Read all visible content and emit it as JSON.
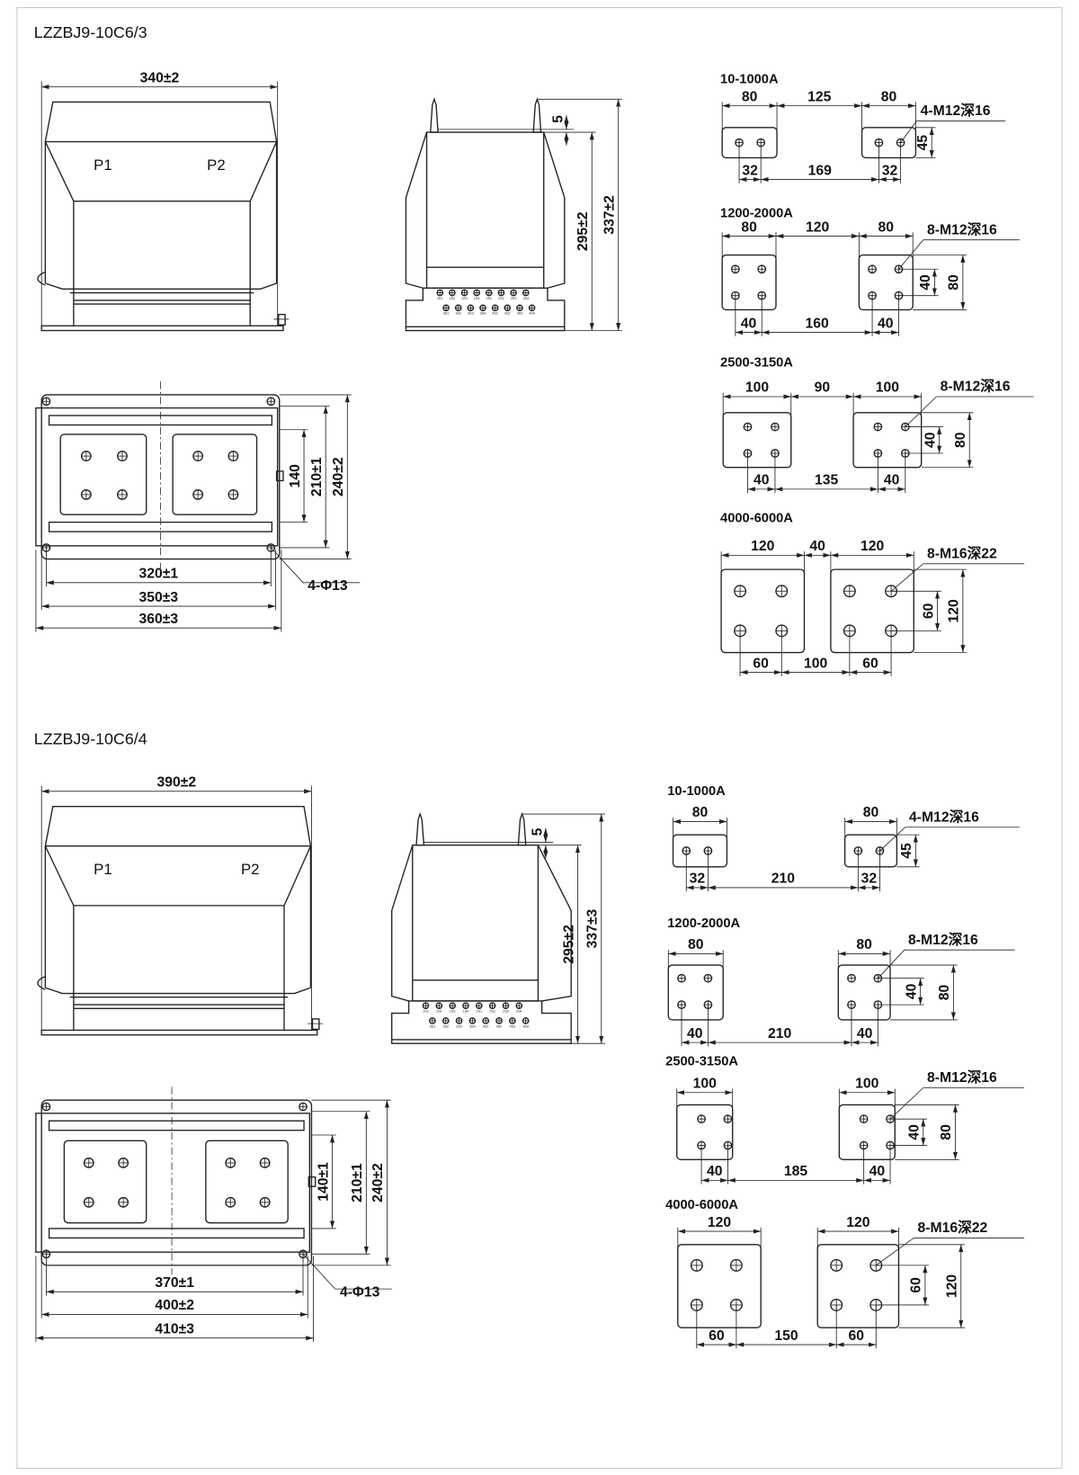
{
  "models": [
    {
      "title": "LZZBJ9-10C6/3",
      "front_view": {
        "width_dim": "340±2",
        "labels": [
          "P1",
          "P2"
        ]
      },
      "side_view": {
        "dims": [
          "5",
          "295±2",
          "337±2"
        ],
        "terminals_top": [
          "1S1",
          "1S2",
          "1S3",
          "1S4",
          "2S1",
          "2S2",
          "2S3",
          "2S4"
        ],
        "terminals_bottom": [
          "3S1",
          "3S2",
          "3S3",
          "3S4",
          "4S1",
          "4S2",
          "4S3",
          "4S4"
        ]
      },
      "top_view": {
        "vertical_dims": [
          "140",
          "210±1",
          "240±2"
        ],
        "horizontal_dims": [
          "320±1",
          "350±3",
          "360±3"
        ],
        "hole_spec": "4-Φ13"
      },
      "busbars": [
        {
          "rating": "10-1000A",
          "top_dims": [
            "80",
            "125",
            "80"
          ],
          "hole_spec": "4-M12深16",
          "side_dims": [
            "45"
          ],
          "bottom_dims": [
            "32",
            "169",
            "32"
          ]
        },
        {
          "rating": "1200-2000A",
          "top_dims": [
            "80",
            "120",
            "80"
          ],
          "hole_spec": "8-M12深16",
          "side_dims": [
            "40",
            "80"
          ],
          "bottom_dims": [
            "40",
            "160",
            "40"
          ]
        },
        {
          "rating": "2500-3150A",
          "top_dims": [
            "100",
            "90",
            "100"
          ],
          "hole_spec": "8-M12深16",
          "side_dims": [
            "40",
            "80"
          ],
          "bottom_dims": [
            "40",
            "135",
            "40"
          ]
        },
        {
          "rating": "4000-6000A",
          "top_dims": [
            "120",
            "40",
            "120"
          ],
          "hole_spec": "8-M16深22",
          "side_dims": [
            "60",
            "120"
          ],
          "bottom_dims": [
            "60",
            "100",
            "60"
          ]
        }
      ]
    },
    {
      "title": "LZZBJ9-10C6/4",
      "front_view": {
        "width_dim": "390±2",
        "labels": [
          "P1",
          "P2"
        ]
      },
      "side_view": {
        "dims": [
          "5",
          "295±2",
          "337±3"
        ],
        "terminals_top": [
          "1S1",
          "1S2",
          "1S3",
          "1S4",
          "2S1",
          "2S2",
          "2S3",
          "2S4"
        ],
        "terminals_bottom": [
          "3S1",
          "3S2",
          "3S3",
          "3S4",
          "4S1",
          "4S2",
          "4S3",
          "4S4"
        ]
      },
      "top_view": {
        "vertical_dims": [
          "140±1",
          "210±1",
          "240±2"
        ],
        "horizontal_dims": [
          "370±1",
          "400±2",
          "410±3"
        ],
        "hole_spec": "4-Φ13"
      },
      "busbars": [
        {
          "rating": "10-1000A",
          "top_dims": [
            "80",
            "80"
          ],
          "hole_spec": "4-M12深16",
          "side_dims": [
            "45"
          ],
          "bottom_dims": [
            "32",
            "210",
            "32"
          ]
        },
        {
          "rating": "1200-2000A",
          "top_dims": [
            "80",
            "80"
          ],
          "hole_spec": "8-M12深16",
          "side_dims": [
            "40",
            "80"
          ],
          "bottom_dims": [
            "40",
            "210",
            "40"
          ]
        },
        {
          "rating": "2500-3150A",
          "top_dims": [
            "100",
            "100"
          ],
          "hole_spec": "8-M12深16",
          "side_dims": [
            "40",
            "80"
          ],
          "bottom_dims": [
            "40",
            "185",
            "40"
          ]
        },
        {
          "rating": "4000-6000A",
          "top_dims": [
            "120",
            "120"
          ],
          "hole_spec": "8-M16深22",
          "side_dims": [
            "60",
            "120"
          ],
          "bottom_dims": [
            "60",
            "150",
            "60"
          ]
        }
      ]
    }
  ]
}
